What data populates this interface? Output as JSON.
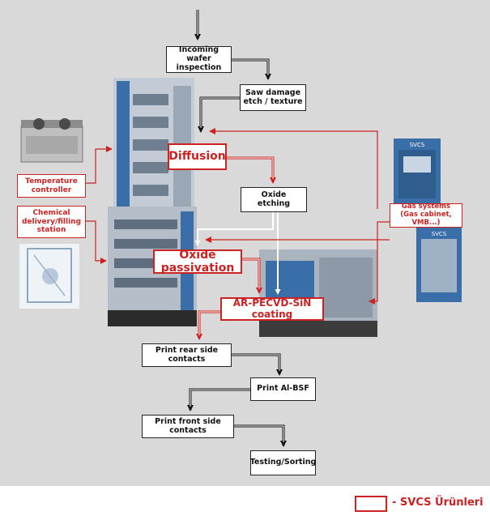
{
  "steps": {
    "incoming": "Incoming\nwafer inspection",
    "saw_damage": "Saw damage\netch / texture",
    "diffusion": "Diffusion",
    "oxide_etching": "Oxide etching",
    "oxide_passivation": "Oxide passivation",
    "ar_pecvd": "AR-PECVD-SiN coating",
    "print_rear": "Print rear side contacts",
    "print_albsf": "Print Al-BSF",
    "print_front": "Print front side contacts",
    "testing": "Testing/Sorting"
  },
  "side_labels": {
    "temperature": "Temperature\ncontroller",
    "chemical": "Chemical\ndelivery/filling\nstation",
    "gas": "Gas systems\n(Gas cabinet, VMB...)"
  },
  "machine_brand": "SVCS",
  "legend": "- SVCS Ürünleri",
  "colors": {
    "accent": "#cc2222",
    "panel": "#d9d9d9",
    "machine_blue": "#3a6ea8"
  }
}
